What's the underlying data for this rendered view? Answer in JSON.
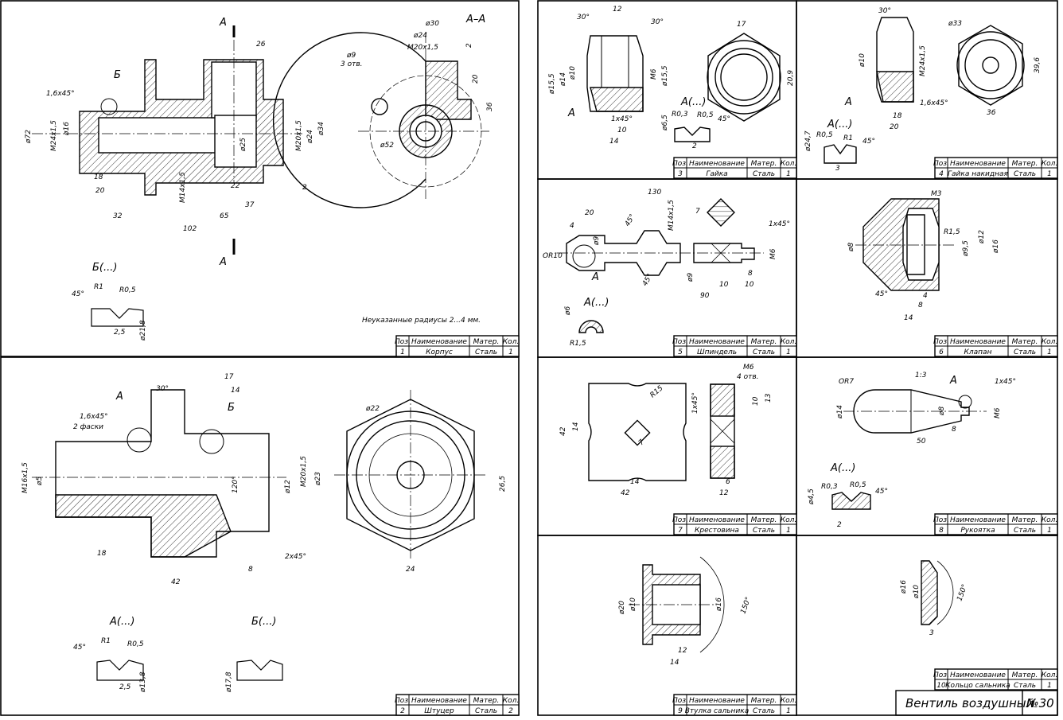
{
  "sheet": {
    "title": "Вентиль воздушный",
    "number": "№30",
    "note": "Неуказанные радиусы 2...4 мм."
  },
  "title_block_headers": {
    "poz": "Поз.",
    "name": "Наименование",
    "mat": "Матер.",
    "qty": "Кол."
  },
  "parts": [
    {
      "poz": "1",
      "name": "Корпус",
      "mat": "Сталь",
      "qty": "1"
    },
    {
      "poz": "2",
      "name": "Штуцер",
      "mat": "Сталь",
      "qty": "2"
    },
    {
      "poz": "3",
      "name": "Гайка",
      "mat": "Сталь",
      "qty": "1"
    },
    {
      "poz": "4",
      "name": "Гайка накидная",
      "mat": "Сталь",
      "qty": "1"
    },
    {
      "poz": "5",
      "name": "Шпиндель",
      "mat": "Сталь",
      "qty": "1"
    },
    {
      "poz": "6",
      "name": "Клапан",
      "mat": "Сталь",
      "qty": "1"
    },
    {
      "poz": "7",
      "name": "Крестовина",
      "mat": "Сталь",
      "qty": "1"
    },
    {
      "poz": "8",
      "name": "Рукоятка",
      "mat": "Сталь",
      "qty": "1"
    },
    {
      "poz": "9",
      "name": "Втулка сальника",
      "mat": "Сталь",
      "qty": "1"
    },
    {
      "poz": "10",
      "name": "Кольцо сальника",
      "mat": "Сталь",
      "qty": "1"
    }
  ],
  "views": {
    "section_aa": "А–А",
    "section_marker": "А",
    "detail_a": "А(...)",
    "detail_b": "Б(...)",
    "mark_a": "А",
    "mark_b": "Б"
  },
  "dims": {
    "p1": [
      "ø72",
      "1,6x45°",
      "M24x1,5",
      "ø16",
      "ø25",
      "M20x1,5",
      "ø24",
      "ø34",
      "26",
      "M14x1,5",
      "18",
      "20",
      "22",
      "2",
      "37",
      "32",
      "65",
      "102",
      "ø30",
      "ø24",
      "M20x1,5",
      "2",
      "20",
      "36",
      "ø9",
      "3 отв.",
      "ø52",
      "45°",
      "R1",
      "R0,5",
      "2,5",
      "ø21,8"
    ],
    "p2": [
      "17",
      "14",
      "30°",
      "1,6x45°",
      "2 фаски",
      "M16x1,5",
      "ø5",
      "120°",
      "ø12",
      "M20x1,5",
      "ø23",
      "2x45°",
      "18",
      "8",
      "42",
      "ø22",
      "26,5",
      "24",
      "45°",
      "R1",
      "R0,5",
      "2,5",
      "ø13,8",
      "ø17,8"
    ],
    "p3": [
      "12",
      "30°",
      "30°",
      "ø15,5",
      "ø14",
      "ø10",
      "M6",
      "ø15,5",
      "17",
      "20,9",
      "1x45°",
      "10",
      "14",
      "ø6,5",
      "R0,3",
      "R0,5",
      "45°",
      "2"
    ],
    "p4": [
      "30°",
      "ø33",
      "ø10",
      "M24x1,5",
      "39,6",
      "1,6x45°",
      "18",
      "20",
      "36",
      "ø24,7",
      "R0,5",
      "R1",
      "45°",
      "3"
    ],
    "p5": [
      "130",
      "20",
      "4",
      "45°",
      "M14x1,5",
      "7",
      "ø9",
      "1x45°",
      "M6",
      "ОR10",
      "ø9",
      "45°",
      "8",
      "10",
      "10",
      "90",
      "ø6",
      "R1,5"
    ],
    "p6": [
      "M3",
      "R1,5",
      "ø8",
      "ø9,5",
      "ø12",
      "ø16",
      "45°",
      "4",
      "8",
      "14"
    ],
    "p7": [
      "42",
      "14",
      "R15",
      "7",
      "14",
      "42",
      "M6",
      "4 отв.",
      "1x45°",
      "10",
      "13",
      "6",
      "12"
    ],
    "p8": [
      "1:3",
      "ОR7",
      "1x45°",
      "ø14",
      "ø8",
      "M6",
      "8",
      "50",
      "ø4,5",
      "R0,3",
      "R0,5",
      "45°",
      "2"
    ],
    "p9": [
      "ø20",
      "ø10",
      "ø16",
      "150°",
      "12",
      "14"
    ],
    "p10": [
      "ø16",
      "ø10",
      "150°",
      "3"
    ]
  }
}
